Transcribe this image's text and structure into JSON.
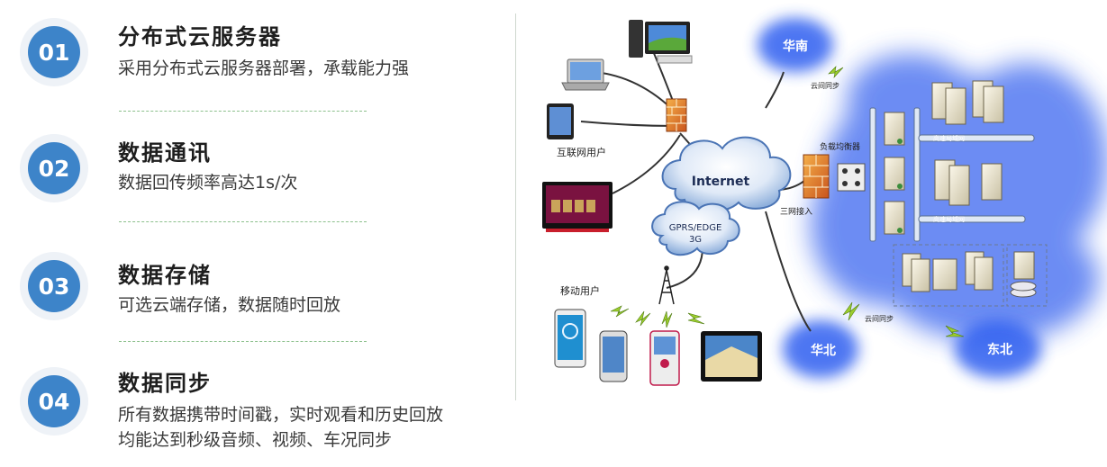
{
  "features": [
    {
      "number": "01",
      "title": "分布式云服务器",
      "desc": [
        "采用分布式云服务器部署，承载能力强"
      ]
    },
    {
      "number": "02",
      "title": "数据通讯",
      "desc": [
        "数据回传频率高达1s/次"
      ]
    },
    {
      "number": "03",
      "title": "数据存储",
      "desc": [
        "可选云端存储，数据随时回放"
      ]
    },
    {
      "number": "04",
      "title": "数据同步",
      "desc": [
        "所有数据携带时间戳，实时观看和历史回放",
        "均能达到秒级音频、视频、车况同步"
      ]
    }
  ],
  "diagram": {
    "internet": "Internet",
    "gprs": [
      "GPRS/EDGE",
      "3G"
    ],
    "internet_users": "互联网用户",
    "mobile_users": "移动用户",
    "regions": {
      "south": "华南",
      "north": "华北",
      "northeast": "东北"
    },
    "cloud_sync_top": "云间同步",
    "cloud_sync_bottom": "云间同步",
    "three_net": "三网接入",
    "load_balancer": "负载均衡器",
    "net_a": "高速局域网",
    "net_b": "高速局域网"
  },
  "colors": {
    "accent": "#3d84c9",
    "separator": "#8cc08c",
    "cloud": "#2a5fe6"
  }
}
